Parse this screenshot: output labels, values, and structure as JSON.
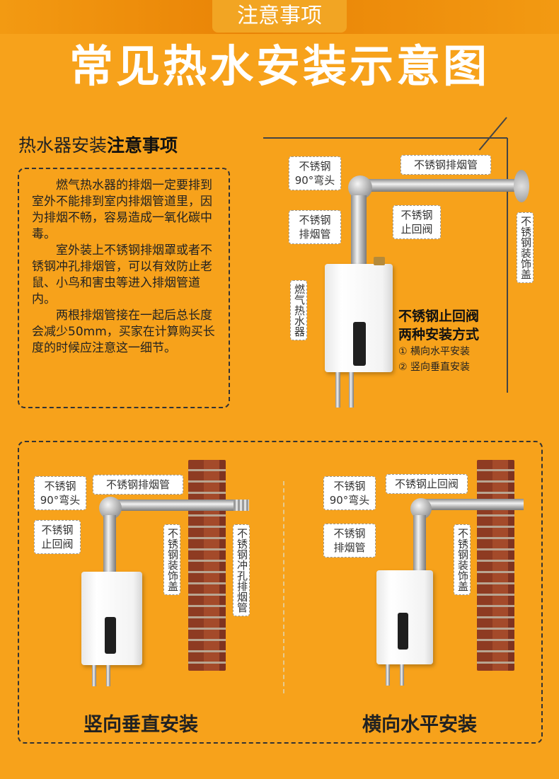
{
  "header": {
    "notice_label": "注意事项",
    "title": "常见热水安装示意图"
  },
  "section": {
    "heading_prefix": "热水器安装",
    "heading_bold": "注意事项",
    "paragraphs": [
      "燃气热水器的排烟一定要排到室外不能排到室内排烟管道里，因为排烟不畅，容易造成一氧化碳中毒。",
      "室外装上不锈钢排烟罩或者不锈钢冲孔排烟管，可以有效防止老鼠、小鸟和害虫等进入排烟管道内。",
      "两根排烟管接在一起后总长度会减少50mm，买家在计算购买长度的时候应注意这一细节。"
    ]
  },
  "top_diagram": {
    "label_elbow": "不锈钢\n90°弯头",
    "label_exhaust_pipe_top": "不锈钢排烟管",
    "label_exhaust_pipe_left": "不锈钢\n排烟管",
    "label_check_valve": "不锈钢\n止回阀",
    "label_heater": "燃气热水器",
    "label_cover": "不锈钢装饰盖",
    "install_title_1": "不锈钢止回阀",
    "install_title_2": "两种安装方式",
    "install_method_1": "① 横向水平安装",
    "install_method_2": "② 竖向垂直安装"
  },
  "left_diagram": {
    "label_elbow": "不锈钢\n90°弯头",
    "label_exhaust_pipe": "不锈钢排烟管",
    "label_check_valve": "不锈钢\n止回阀",
    "label_cover": "不锈钢装饰盖",
    "label_punched_pipe": "不锈钢冲孔排烟管",
    "caption": "竖向垂直安装"
  },
  "right_diagram": {
    "label_elbow": "不锈钢\n90°弯头",
    "label_check_valve": "不锈钢止回阀",
    "label_exhaust_pipe": "不锈钢\n排烟管",
    "label_cover": "不锈钢装饰盖",
    "caption": "横向水平安装"
  },
  "colors": {
    "background": "#f7a21b",
    "header_bar": "#e98306",
    "text": "#222222",
    "brick": "#a44a2a"
  },
  "icons": [
    "water-heater-illustration",
    "stainless-pipe-illustration",
    "brick-wall-illustration"
  ]
}
